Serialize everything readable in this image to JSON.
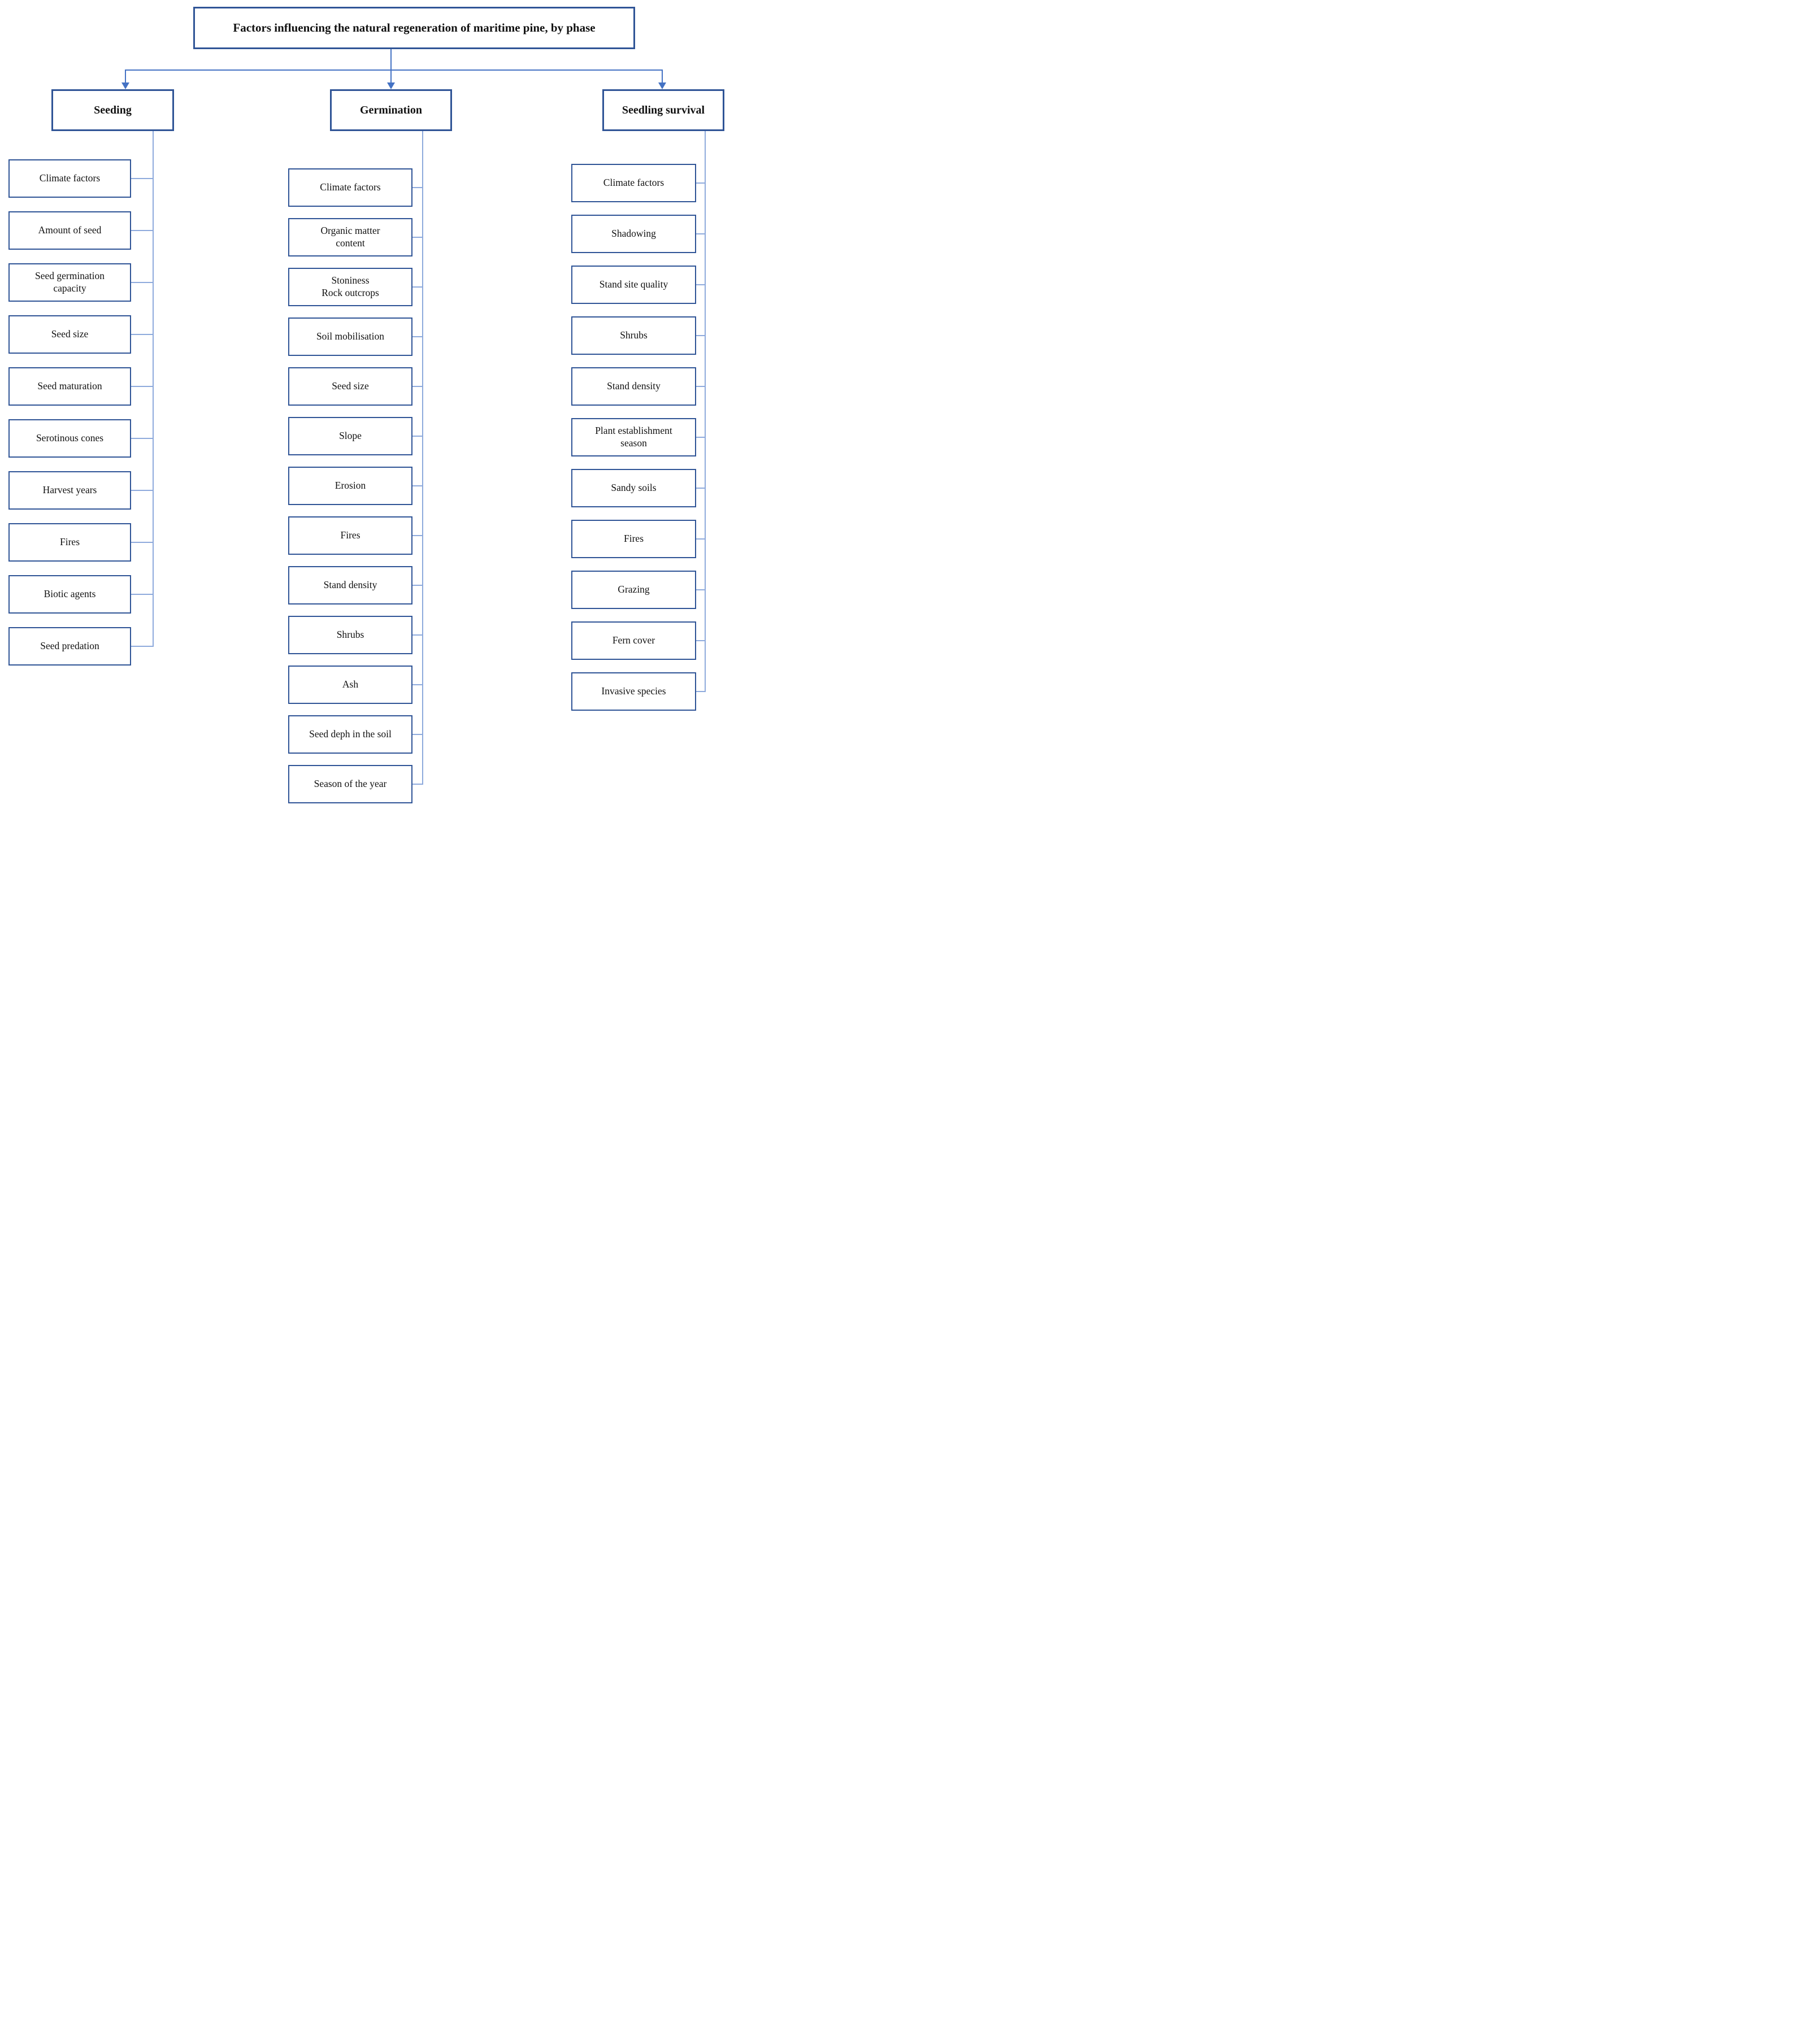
{
  "title": "Factors influencing the natural regeneration of maritime pine, by phase",
  "columns": [
    {
      "header": "Seeding",
      "items": [
        "Climate factors",
        "Amount of seed",
        "Seed germination\ncapacity",
        "Seed size",
        "Seed maturation",
        "Serotinous cones",
        "Harvest years",
        "Fires",
        "Biotic agents",
        "Seed predation"
      ]
    },
    {
      "header": "Germination",
      "items": [
        "Climate factors",
        "Organic matter\ncontent",
        "Stoniness\nRock outcrops",
        "Soil mobilisation",
        "Seed size",
        "Slope",
        "Erosion",
        "Fires",
        "Stand density",
        "Shrubs",
        "Ash",
        "Seed deph in the soil",
        "Season of the year"
      ]
    },
    {
      "header": "Seedling survival",
      "items": [
        "Climate factors",
        "Shadowing",
        "Stand site quality",
        "Shrubs",
        "Stand density",
        "Plant establishment\nseason",
        "Sandy soils",
        "Fires",
        "Grazing",
        "Fern cover",
        "Invasive species"
      ]
    }
  ],
  "colors": {
    "box_border": "#2F5496",
    "connector_dark": "#4472C4",
    "connector_light": "#8EAADC",
    "text": "#111111",
    "background": "#ffffff"
  }
}
